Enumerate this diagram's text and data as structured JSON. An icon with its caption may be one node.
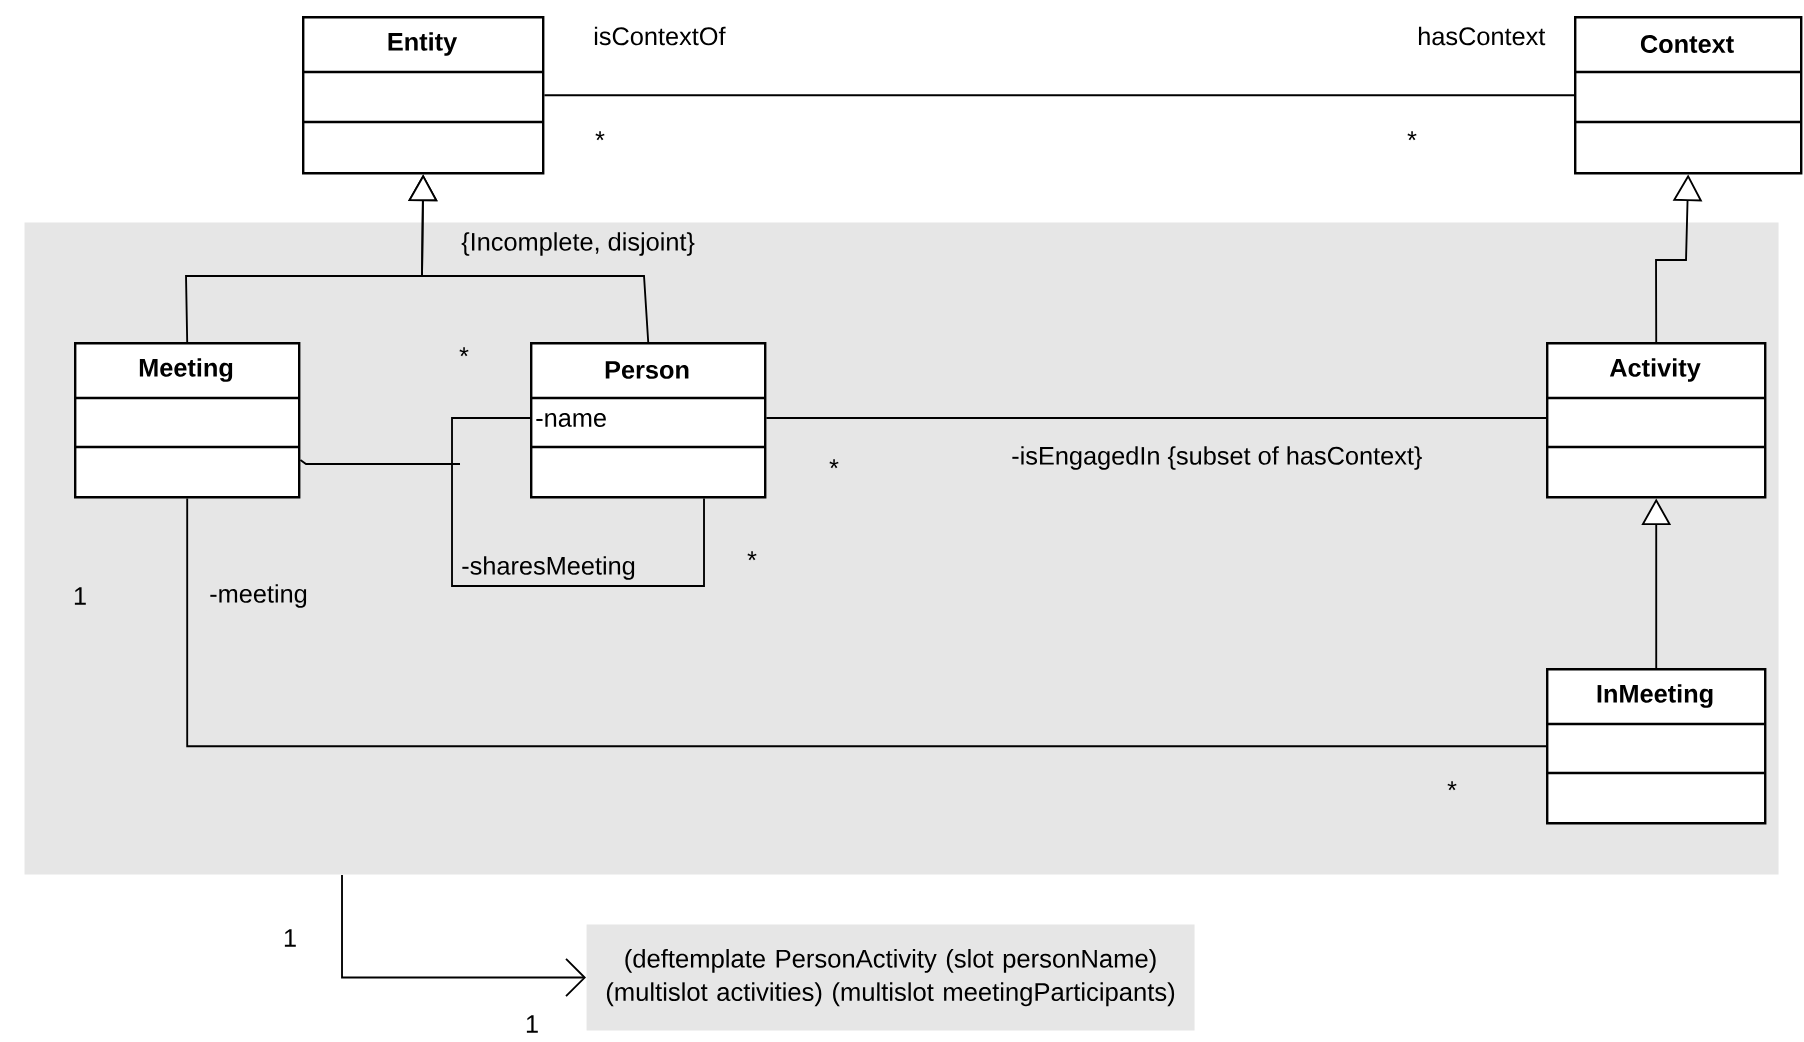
{
  "diagram": {
    "nodes": [
      {
        "text": [
          "Entity"
        ]
      },
      {
        "text": [
          "Context"
        ]
      },
      {
        "text": [],
        "shape": "box"
      },
      {
        "text": [
          "Meeting"
        ],
        "in": 2
      },
      {
        "text": [
          "Person",
          "-name"
        ],
        "in": 2
      },
      {
        "text": [
          "Activity"
        ],
        "in": 2
      },
      {
        "text": [
          "InMeeting"
        ],
        "in": 2
      },
      {
        "text": [
          "(deftemplate PersonActivity (slot personName) (multislot activities) (multislot meetingParticipants)"
        ]
      }
    ],
    "edges": [
      {
        "from": 0,
        "to": 1,
        "arrow": "none"
      },
      {
        "from": 3,
        "to": 0,
        "arrow": "to"
      },
      {
        "from": 4,
        "to": 0,
        "arrow": "to"
      },
      {
        "from": 5,
        "to": 1,
        "arrow": "to"
      },
      {
        "from": 6,
        "to": 5,
        "arrow": "to"
      },
      {
        "from": 4,
        "to": 4,
        "arrow": "none",
        "label": "-sharesMeeting"
      },
      {
        "from": 3,
        "to": null,
        "arrow": "none"
      },
      {
        "from": 4,
        "to": 5,
        "arrow": "none",
        "label": "-isEngagedIn {subset of hasContext}"
      },
      {
        "from": 3,
        "to": 6,
        "arrow": "none",
        "label": "-meeting"
      },
      {
        "from": 2,
        "to": 7,
        "arrow": "to"
      }
    ],
    "labels": [
      "isContextOf",
      "hasContext",
      "*",
      "*",
      "{Incomplete, disjoint}",
      "*",
      "*",
      "*",
      "1",
      "*",
      "1",
      "1"
    ]
  }
}
